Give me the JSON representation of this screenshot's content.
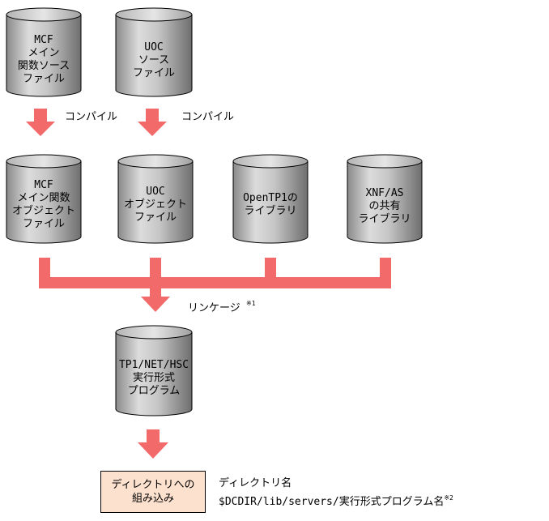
{
  "cylinders": {
    "mcf_main_source": [
      "MCF",
      "メイン",
      "関数ソース",
      "ファイル"
    ],
    "uoc_source": [
      "UOC",
      "ソース",
      "ファイル"
    ],
    "mcf_main_object": [
      "MCF",
      "メイン関数",
      "オブジェクト",
      "ファイル"
    ],
    "uoc_object": [
      "UOC",
      "オブジェクト",
      "ファイル"
    ],
    "opentp1_library": [
      "OpenTP1の",
      "ライブラリ"
    ],
    "xnf_shared_library": [
      "XNF/AS",
      "の共有",
      "ライブラリ"
    ],
    "executable": [
      "TP1/NET/HSC",
      "実行形式",
      "プログラム"
    ]
  },
  "labels": {
    "compile_1": "コンパイル",
    "compile_2": "コンパイル",
    "linkage": "リンケージ",
    "linkage_note": "※1"
  },
  "directory_box": [
    "ディレクトリへの",
    "組み込み"
  ],
  "directory_note": {
    "line1": "ディレクトリ名",
    "line2": "$DCDIR/lib/servers/実行形式プログラム名",
    "note": "※2"
  },
  "colors": {
    "arrow": "#f26a6a",
    "cylinder_mid": "#c8c8c8",
    "box_fill": "#fde1cf"
  }
}
